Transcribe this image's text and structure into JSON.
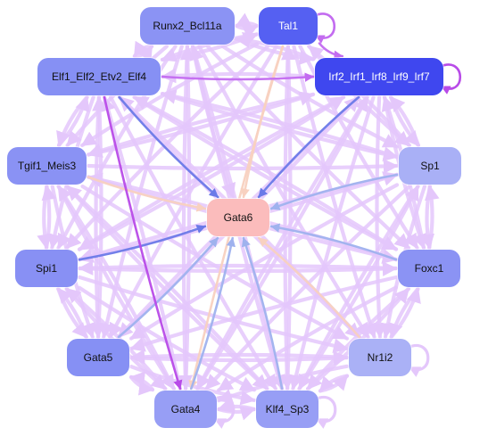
{
  "nodes": {
    "runx2": {
      "label": "Runx2_Bcl11a",
      "color": "#8b93f4"
    },
    "tal1": {
      "label": "Tal1",
      "color": "#5560f2"
    },
    "elf1": {
      "label": "Elf1_Elf2_Etv2_Elf4",
      "color": "#8690f4"
    },
    "irf2": {
      "label": "Irf2_Irf1_Irf8_Irf9_Irf7",
      "color": "#3f47ef"
    },
    "tgif1": {
      "label": "Tgif1_Meis3",
      "color": "#8a92f4"
    },
    "sp1": {
      "label": "Sp1",
      "color": "#a9b0f6"
    },
    "gata6": {
      "label": "Gata6",
      "color": "#fbbcbc"
    },
    "spi1": {
      "label": "Spi1",
      "color": "#8890f4"
    },
    "foxc1": {
      "label": "Foxc1",
      "color": "#8b93f4"
    },
    "gata5": {
      "label": "Gata5",
      "color": "#8690f4"
    },
    "nr1i2": {
      "label": "Nr1i2",
      "color": "#aab1f6"
    },
    "gata4": {
      "label": "Gata4",
      "color": "#979ef5"
    },
    "klf4": {
      "label": "Klf4_Sp3",
      "color": "#979ef5"
    }
  },
  "edge_colors": {
    "default": "#e4c7fb",
    "strong_purple": "#c36cf0",
    "magenta": "#b84be8",
    "blue": "#6b7ae8",
    "pale_blue": "#9fb2ee",
    "peach": "#f8d1c0"
  },
  "edges": [
    {
      "from": "runx2",
      "to": "tal1",
      "color": "default"
    },
    {
      "from": "runx2",
      "to": "elf1",
      "color": "default"
    },
    {
      "from": "runx2",
      "to": "irf2",
      "color": "default"
    },
    {
      "from": "runx2",
      "to": "tgif1",
      "color": "default"
    },
    {
      "from": "runx2",
      "to": "sp1",
      "color": "default"
    },
    {
      "from": "runx2",
      "to": "spi1",
      "color": "default"
    },
    {
      "from": "runx2",
      "to": "foxc1",
      "color": "default"
    },
    {
      "from": "runx2",
      "to": "gata5",
      "color": "default"
    },
    {
      "from": "runx2",
      "to": "nr1i2",
      "color": "default"
    },
    {
      "from": "runx2",
      "to": "gata4",
      "color": "default"
    },
    {
      "from": "runx2",
      "to": "klf4",
      "color": "default"
    },
    {
      "from": "runx2",
      "to": "gata6",
      "color": "default"
    },
    {
      "from": "tal1",
      "to": "runx2",
      "color": "default"
    },
    {
      "from": "tal1",
      "to": "irf2",
      "color": "strong_purple"
    },
    {
      "from": "tal1",
      "to": "elf1",
      "color": "default"
    },
    {
      "from": "tal1",
      "to": "tgif1",
      "color": "default"
    },
    {
      "from": "tal1",
      "to": "spi1",
      "color": "default"
    },
    {
      "from": "tal1",
      "to": "gata5",
      "color": "default"
    },
    {
      "from": "tal1",
      "to": "gata4",
      "color": "peach"
    },
    {
      "from": "tal1",
      "to": "klf4",
      "color": "default"
    },
    {
      "from": "tal1",
      "to": "nr1i2",
      "color": "default"
    },
    {
      "from": "tal1",
      "to": "foxc1",
      "color": "default"
    },
    {
      "from": "tal1",
      "to": "sp1",
      "color": "default"
    },
    {
      "from": "tal1",
      "to": "gata6",
      "color": "peach"
    },
    {
      "from": "elf1",
      "to": "irf2",
      "color": "strong_purple"
    },
    {
      "from": "elf1",
      "to": "tal1",
      "color": "default"
    },
    {
      "from": "elf1",
      "to": "runx2",
      "color": "default"
    },
    {
      "from": "elf1",
      "to": "tgif1",
      "color": "default"
    },
    {
      "from": "elf1",
      "to": "spi1",
      "color": "default"
    },
    {
      "from": "elf1",
      "to": "gata5",
      "color": "default"
    },
    {
      "from": "elf1",
      "to": "gata4",
      "color": "magenta"
    },
    {
      "from": "elf1",
      "to": "klf4",
      "color": "default"
    },
    {
      "from": "elf1",
      "to": "nr1i2",
      "color": "default"
    },
    {
      "from": "elf1",
      "to": "foxc1",
      "color": "default"
    },
    {
      "from": "elf1",
      "to": "sp1",
      "color": "default"
    },
    {
      "from": "elf1",
      "to": "gata6",
      "color": "blue"
    },
    {
      "from": "irf2",
      "to": "elf1",
      "color": "default"
    },
    {
      "from": "irf2",
      "to": "runx2",
      "color": "default"
    },
    {
      "from": "irf2",
      "to": "tgif1",
      "color": "default"
    },
    {
      "from": "irf2",
      "to": "spi1",
      "color": "default"
    },
    {
      "from": "irf2",
      "to": "gata5",
      "color": "default"
    },
    {
      "from": "irf2",
      "to": "gata4",
      "color": "default"
    },
    {
      "from": "irf2",
      "to": "klf4",
      "color": "default"
    },
    {
      "from": "irf2",
      "to": "nr1i2",
      "color": "default"
    },
    {
      "from": "irf2",
      "to": "foxc1",
      "color": "default"
    },
    {
      "from": "irf2",
      "to": "sp1",
      "color": "default"
    },
    {
      "from": "irf2",
      "to": "gata6",
      "color": "blue"
    },
    {
      "from": "tgif1",
      "to": "spi1",
      "color": "default"
    },
    {
      "from": "tgif1",
      "to": "elf1",
      "color": "default"
    },
    {
      "from": "tgif1",
      "to": "gata5",
      "color": "default"
    },
    {
      "from": "tgif1",
      "to": "gata4",
      "color": "default"
    },
    {
      "from": "tgif1",
      "to": "klf4",
      "color": "default"
    },
    {
      "from": "tgif1",
      "to": "sp1",
      "color": "default"
    },
    {
      "from": "tgif1",
      "to": "foxc1",
      "color": "default"
    },
    {
      "from": "tgif1",
      "to": "nr1i2",
      "color": "default"
    },
    {
      "from": "tgif1",
      "to": "irf2",
      "color": "default"
    },
    {
      "from": "tgif1",
      "to": "gata6",
      "color": "peach"
    },
    {
      "from": "sp1",
      "to": "foxc1",
      "color": "default"
    },
    {
      "from": "sp1",
      "to": "irf2",
      "color": "default"
    },
    {
      "from": "sp1",
      "to": "tal1",
      "color": "default"
    },
    {
      "from": "sp1",
      "to": "elf1",
      "color": "default"
    },
    {
      "from": "sp1",
      "to": "spi1",
      "color": "default"
    },
    {
      "from": "sp1",
      "to": "gata5",
      "color": "default"
    },
    {
      "from": "sp1",
      "to": "gata4",
      "color": "default"
    },
    {
      "from": "sp1",
      "to": "klf4",
      "color": "default"
    },
    {
      "from": "sp1",
      "to": "nr1i2",
      "color": "default"
    },
    {
      "from": "sp1",
      "to": "gata6",
      "color": "pale_blue"
    },
    {
      "from": "spi1",
      "to": "tgif1",
      "color": "default"
    },
    {
      "from": "spi1",
      "to": "gata5",
      "color": "default"
    },
    {
      "from": "spi1",
      "to": "gata4",
      "color": "default"
    },
    {
      "from": "spi1",
      "to": "klf4",
      "color": "default"
    },
    {
      "from": "spi1",
      "to": "nr1i2",
      "color": "default"
    },
    {
      "from": "spi1",
      "to": "foxc1",
      "color": "default"
    },
    {
      "from": "spi1",
      "to": "sp1",
      "color": "default"
    },
    {
      "from": "spi1",
      "to": "irf2",
      "color": "default"
    },
    {
      "from": "spi1",
      "to": "gata6",
      "color": "blue"
    },
    {
      "from": "foxc1",
      "to": "sp1",
      "color": "default"
    },
    {
      "from": "foxc1",
      "to": "nr1i2",
      "color": "default"
    },
    {
      "from": "foxc1",
      "to": "klf4",
      "color": "default"
    },
    {
      "from": "foxc1",
      "to": "gata4",
      "color": "default"
    },
    {
      "from": "foxc1",
      "to": "gata5",
      "color": "default"
    },
    {
      "from": "foxc1",
      "to": "spi1",
      "color": "default"
    },
    {
      "from": "foxc1",
      "to": "tgif1",
      "color": "default"
    },
    {
      "from": "foxc1",
      "to": "elf1",
      "color": "default"
    },
    {
      "from": "foxc1",
      "to": "irf2",
      "color": "default"
    },
    {
      "from": "foxc1",
      "to": "gata6",
      "color": "pale_blue"
    },
    {
      "from": "gata5",
      "to": "gata4",
      "color": "default"
    },
    {
      "from": "gata5",
      "to": "klf4",
      "color": "default"
    },
    {
      "from": "gata5",
      "to": "nr1i2",
      "color": "default"
    },
    {
      "from": "gata5",
      "to": "spi1",
      "color": "default"
    },
    {
      "from": "gata5",
      "to": "elf1",
      "color": "default"
    },
    {
      "from": "gata5",
      "to": "irf2",
      "color": "default"
    },
    {
      "from": "gata5",
      "to": "gata6",
      "color": "pale_blue"
    },
    {
      "from": "nr1i2",
      "to": "foxc1",
      "color": "default"
    },
    {
      "from": "nr1i2",
      "to": "klf4",
      "color": "default"
    },
    {
      "from": "nr1i2",
      "to": "gata4",
      "color": "default"
    },
    {
      "from": "nr1i2",
      "to": "gata5",
      "color": "default"
    },
    {
      "from": "nr1i2",
      "to": "elf1",
      "color": "default"
    },
    {
      "from": "nr1i2",
      "to": "gata6",
      "color": "peach"
    },
    {
      "from": "gata4",
      "to": "klf4",
      "color": "default"
    },
    {
      "from": "gata4",
      "to": "gata5",
      "color": "default"
    },
    {
      "from": "gata4",
      "to": "spi1",
      "color": "default"
    },
    {
      "from": "gata4",
      "to": "tgif1",
      "color": "default"
    },
    {
      "from": "gata4",
      "to": "elf1",
      "color": "default"
    },
    {
      "from": "gata4",
      "to": "runx2",
      "color": "default"
    },
    {
      "from": "gata4",
      "to": "irf2",
      "color": "default"
    },
    {
      "from": "gata4",
      "to": "gata6",
      "color": "pale_blue"
    },
    {
      "from": "klf4",
      "to": "gata4",
      "color": "default"
    },
    {
      "from": "klf4",
      "to": "nr1i2",
      "color": "default"
    },
    {
      "from": "klf4",
      "to": "foxc1",
      "color": "default"
    },
    {
      "from": "klf4",
      "to": "sp1",
      "color": "default"
    },
    {
      "from": "klf4",
      "to": "tgif1",
      "color": "default"
    },
    {
      "from": "klf4",
      "to": "runx2",
      "color": "default"
    },
    {
      "from": "klf4",
      "to": "tal1",
      "color": "default"
    },
    {
      "from": "klf4",
      "to": "gata6",
      "color": "pale_blue"
    }
  ],
  "self_loops": [
    {
      "node": "tal1",
      "color": "strong_purple"
    },
    {
      "node": "irf2",
      "color": "magenta"
    },
    {
      "node": "gata4",
      "color": "default"
    },
    {
      "node": "klf4",
      "color": "default"
    },
    {
      "node": "nr1i2",
      "color": "default"
    }
  ]
}
